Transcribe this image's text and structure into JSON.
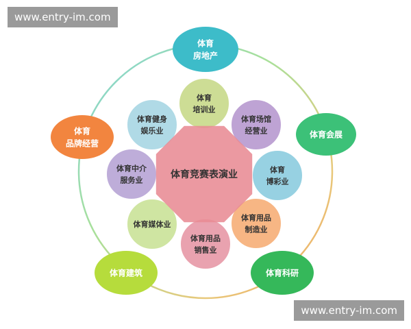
{
  "watermark": {
    "top_text": "www.entry-im.com",
    "bottom_text": "www.entry-im.com"
  },
  "center": {
    "label": "体育竞赛表演业",
    "color": "#e88b94"
  },
  "inner_petals": [
    {
      "id": "training",
      "lines": [
        "体育",
        "培训业"
      ],
      "color": "#c9da8c"
    },
    {
      "id": "venues",
      "lines": [
        "体育场馆",
        "经营业"
      ],
      "color": "#b89bd0"
    },
    {
      "id": "lottery",
      "lines": [
        "体育",
        "博彩业"
      ],
      "color": "#8ecde0"
    },
    {
      "id": "manufacturing",
      "lines": [
        "体育用品",
        "制造业"
      ],
      "color": "#f6b07a"
    },
    {
      "id": "retail",
      "lines": [
        "体育用品",
        "销售业"
      ],
      "color": "#e79aa8"
    },
    {
      "id": "media",
      "lines": [
        "体育媒体业"
      ],
      "color": "#cbe39a"
    },
    {
      "id": "intermediary",
      "lines": [
        "体育中介",
        "服务业"
      ],
      "color": "#b8a6d6"
    },
    {
      "id": "fitness",
      "lines": [
        "体育健身",
        "娱乐业"
      ],
      "color": "#a9d7e4"
    }
  ],
  "outer_nodes": [
    {
      "id": "real-estate",
      "lines": [
        "体育",
        "房地产"
      ],
      "color": "#3dbcc9"
    },
    {
      "id": "exhibition",
      "lines": [
        "体育会展"
      ],
      "color": "#3cc178"
    },
    {
      "id": "research",
      "lines": [
        "体育科研"
      ],
      "color": "#35b85a"
    },
    {
      "id": "construction",
      "lines": [
        "体育建筑"
      ],
      "color": "#b6dc3c"
    },
    {
      "id": "brand",
      "lines": [
        "体育",
        "品牌经营"
      ],
      "color": "#f2853f"
    }
  ],
  "ring": {
    "gradient_colors": [
      "#7fd3dc",
      "#a8e09a",
      "#e8c87a",
      "#f3a45f"
    ]
  }
}
